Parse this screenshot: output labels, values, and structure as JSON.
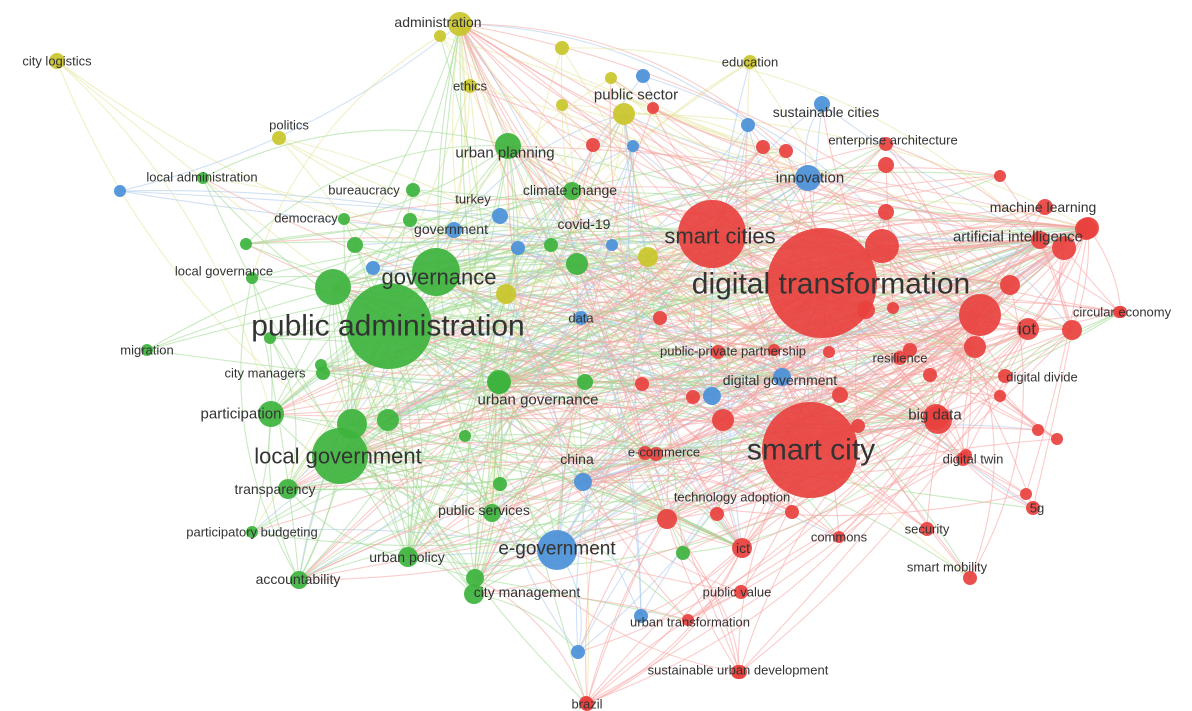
{
  "diagram": {
    "type": "keyword co-occurrence network",
    "clusters": [
      {
        "id": "red",
        "color": "#e8413e",
        "edge_color": "#f5a3a0"
      },
      {
        "id": "green",
        "color": "#3db33d",
        "edge_color": "#9cd890"
      },
      {
        "id": "blue",
        "color": "#4a90d9",
        "edge_color": "#a9c8ea"
      },
      {
        "id": "yellow",
        "color": "#c9c62a",
        "edge_color": "#e4e49a"
      }
    ],
    "nodes": [
      {
        "id": "administration",
        "label": "administration",
        "cluster": "yellow",
        "weight": 2
      },
      {
        "id": "city-logistics",
        "label": "city logistics",
        "cluster": "yellow",
        "weight": 1
      },
      {
        "id": "ethics",
        "label": "ethics",
        "cluster": "yellow",
        "weight": 1
      },
      {
        "id": "public-sector",
        "label": "public sector",
        "cluster": "yellow",
        "weight": 3
      },
      {
        "id": "politics",
        "label": "politics",
        "cluster": "yellow",
        "weight": 1
      },
      {
        "id": "education",
        "label": "education",
        "cluster": "yellow",
        "weight": 1
      },
      {
        "id": "sustainable-cities",
        "label": "sustainable cities",
        "cluster": "blue",
        "weight": 2
      },
      {
        "id": "enterprise-architecture",
        "label": "enterprise architecture",
        "cluster": "red",
        "weight": 1
      },
      {
        "id": "urban-planning",
        "label": "urban planning",
        "cluster": "green",
        "weight": 3
      },
      {
        "id": "local-administration",
        "label": "local administration",
        "cluster": "blue",
        "weight": 1
      },
      {
        "id": "bureaucracy",
        "label": "bureaucracy",
        "cluster": "green",
        "weight": 1
      },
      {
        "id": "turkey",
        "label": "turkey",
        "cluster": "blue",
        "weight": 1
      },
      {
        "id": "climate-change",
        "label": "climate change",
        "cluster": "green",
        "weight": 2
      },
      {
        "id": "innovation",
        "label": "innovation",
        "cluster": "blue",
        "weight": 4
      },
      {
        "id": "machine-learning",
        "label": "machine learning",
        "cluster": "red",
        "weight": 2
      },
      {
        "id": "democracy",
        "label": "democracy",
        "cluster": "green",
        "weight": 1
      },
      {
        "id": "government",
        "label": "government",
        "cluster": "blue",
        "weight": 2
      },
      {
        "id": "covid-19",
        "label": "covid-19",
        "cluster": "green",
        "weight": 2
      },
      {
        "id": "smart-cities",
        "label": "smart cities",
        "cluster": "red",
        "weight": 8
      },
      {
        "id": "artificial-intelligence",
        "label": "artificial intelligence",
        "cluster": "red",
        "weight": 4
      },
      {
        "id": "local-governance",
        "label": "local governance",
        "cluster": "green",
        "weight": 1
      },
      {
        "id": "governance",
        "label": "governance",
        "cluster": "green",
        "weight": 7
      },
      {
        "id": "digital-transformation",
        "label": "digital transformation",
        "cluster": "red",
        "weight": 10
      },
      {
        "id": "public-administration",
        "label": "public administration",
        "cluster": "green",
        "weight": 10
      },
      {
        "id": "data",
        "label": "data",
        "cluster": "blue",
        "weight": 1
      },
      {
        "id": "iot",
        "label": "iot",
        "cluster": "red",
        "weight": 5
      },
      {
        "id": "circular-economy",
        "label": "circular economy",
        "cluster": "red",
        "weight": 1
      },
      {
        "id": "migration",
        "label": "migration",
        "cluster": "green",
        "weight": 1
      },
      {
        "id": "public-private-partnership",
        "label": "public-private partnership",
        "cluster": "red",
        "weight": 1
      },
      {
        "id": "resilience",
        "label": "resilience",
        "cluster": "red",
        "weight": 1
      },
      {
        "id": "city-managers",
        "label": "city managers",
        "cluster": "green",
        "weight": 1
      },
      {
        "id": "digital-government",
        "label": "digital government",
        "cluster": "blue",
        "weight": 2
      },
      {
        "id": "digital-divide",
        "label": "digital divide",
        "cluster": "red",
        "weight": 1
      },
      {
        "id": "participation",
        "label": "participation",
        "cluster": "green",
        "weight": 4
      },
      {
        "id": "urban-governance",
        "label": "urban governance",
        "cluster": "green",
        "weight": 3
      },
      {
        "id": "big-data",
        "label": "big data",
        "cluster": "red",
        "weight": 4
      },
      {
        "id": "local-government",
        "label": "local government",
        "cluster": "green",
        "weight": 8
      },
      {
        "id": "smart-city",
        "label": "smart city",
        "cluster": "red",
        "weight": 10
      },
      {
        "id": "china",
        "label": "china",
        "cluster": "blue",
        "weight": 2
      },
      {
        "id": "e-commerce",
        "label": "e-commerce",
        "cluster": "red",
        "weight": 1
      },
      {
        "id": "digital-twin",
        "label": "digital twin",
        "cluster": "red",
        "weight": 1
      },
      {
        "id": "transparency",
        "label": "transparency",
        "cluster": "green",
        "weight": 2
      },
      {
        "id": "technology-adoption",
        "label": "technology adoption",
        "cluster": "red",
        "weight": 1
      },
      {
        "id": "public-services",
        "label": "public services",
        "cluster": "green",
        "weight": 2
      },
      {
        "id": "5g",
        "label": "5g",
        "cluster": "red",
        "weight": 1
      },
      {
        "id": "participatory-budgeting",
        "label": "participatory budgeting",
        "cluster": "green",
        "weight": 1
      },
      {
        "id": "security",
        "label": "security",
        "cluster": "red",
        "weight": 1
      },
      {
        "id": "e-government",
        "label": "e-government",
        "cluster": "blue",
        "weight": 6
      },
      {
        "id": "urban-policy",
        "label": "urban policy",
        "cluster": "green",
        "weight": 2
      },
      {
        "id": "ict",
        "label": "ict",
        "cluster": "red",
        "weight": 2
      },
      {
        "id": "commons",
        "label": "commons",
        "cluster": "red",
        "weight": 1
      },
      {
        "id": "accountability",
        "label": "accountability",
        "cluster": "green",
        "weight": 2
      },
      {
        "id": "smart-mobility",
        "label": "smart mobility",
        "cluster": "red",
        "weight": 1
      },
      {
        "id": "city-management",
        "label": "city management",
        "cluster": "green",
        "weight": 2
      },
      {
        "id": "public-value",
        "label": "public value",
        "cluster": "red",
        "weight": 1
      },
      {
        "id": "urban-transformation",
        "label": "urban transformation",
        "cluster": "blue",
        "weight": 1
      },
      {
        "id": "sustainable-urban-development",
        "label": "sustainable urban development",
        "cluster": "red",
        "weight": 1
      },
      {
        "id": "brazil",
        "label": "brazil",
        "cluster": "red",
        "weight": 1
      }
    ]
  }
}
